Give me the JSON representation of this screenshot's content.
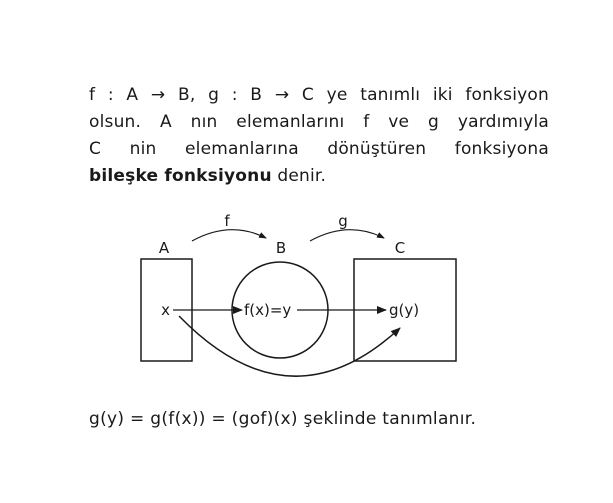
{
  "definition": {
    "line1": "f : A → B, g : B → C ye tanımlı iki fonksiyon",
    "line2": "olsun. A nın elemanlarını f ve g yardımıyla",
    "line3": "C nin elemanlarına dönüştüren fonksiyona",
    "line4_bold": "bileşke fonksiyonu",
    "line4_rest": " denir."
  },
  "diagram": {
    "set_a": "A",
    "set_b": "B",
    "set_c": "C",
    "arrow_f": "f",
    "arrow_g": "g",
    "element_x": "x",
    "element_fx": "f(x)=y",
    "element_gy": "g(y)",
    "stroke_color": "#1a1a1a"
  },
  "formula": "g(y) = g(f(x)) = (gof)(x) şeklinde tanımlanır."
}
